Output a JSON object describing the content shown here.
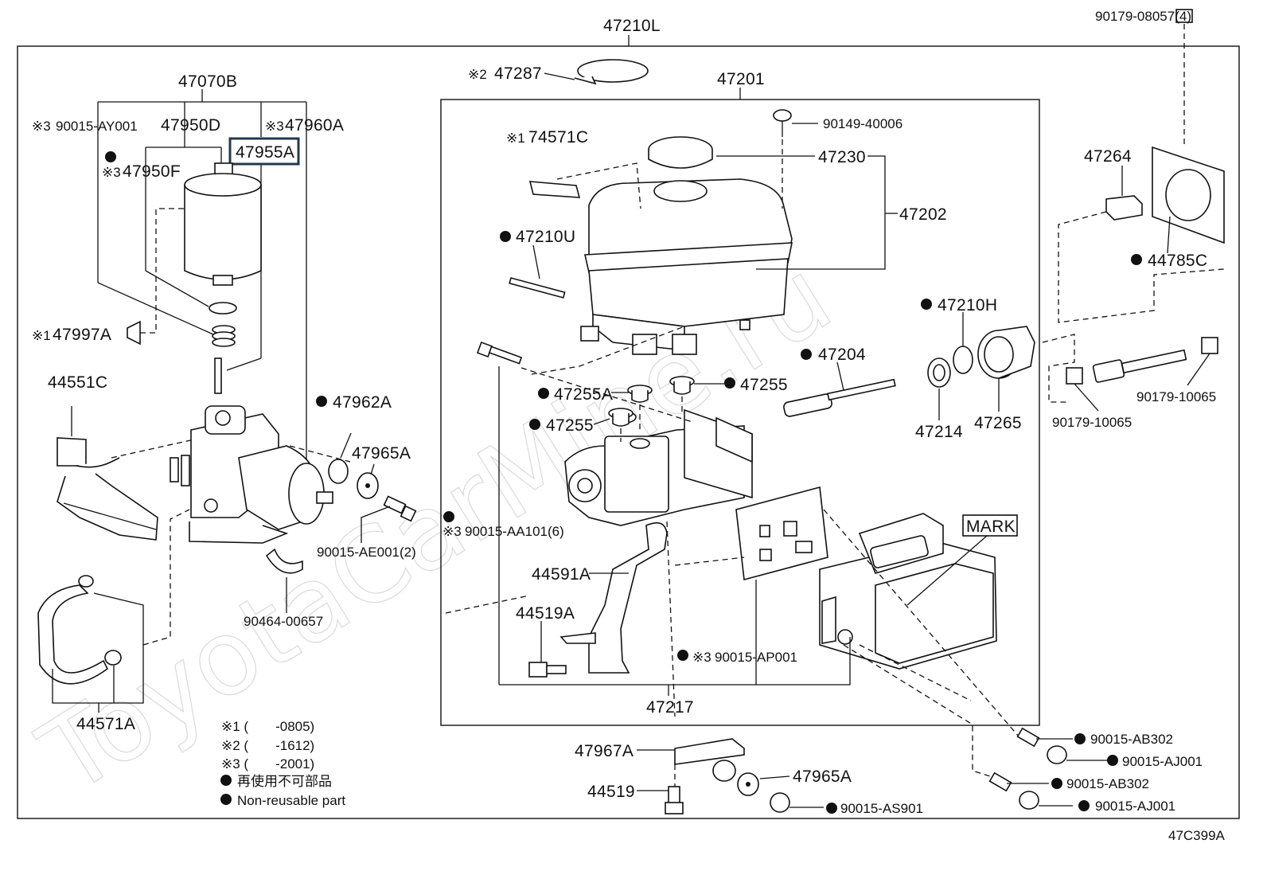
{
  "diagram": {
    "code": "47C399A",
    "watermark": "ToyotaCarMine.ru",
    "mark_label": "MARK",
    "highlighted_part": "47955A"
  },
  "part_labels": {
    "p_90179_08057": "90179-08057(4)",
    "p_47210L": "47210L",
    "p_47287": "47287",
    "p_47287_mark": "※2",
    "p_47201": "47201",
    "p_47070B": "47070B",
    "p_90015_AY001": "90015-AY001",
    "p_90015_AY001_mark": "※3",
    "p_47950D": "47950D",
    "p_47960A": "47960A",
    "p_47960A_mark": "※3",
    "p_47955A": "47955A",
    "p_47950F": "47950F",
    "p_47950F_mark": "※3",
    "p_47997A": "47997A",
    "p_47997A_mark": "※1",
    "p_44551C": "44551C",
    "p_47962A": "47962A",
    "p_47965A_left": "47965A",
    "p_90015_AE001": "90015-AE001(2)",
    "p_90464_00657": "90464-00657",
    "p_44571A": "44571A",
    "p_74571C": "74571C",
    "p_74571C_mark": "※1",
    "p_90149_40006": "90149-40006",
    "p_47230": "47230",
    "p_47202": "47202",
    "p_47210U": "47210U",
    "p_47210H": "47210H",
    "p_47204": "47204",
    "p_47214": "47214",
    "p_47265": "47265",
    "p_47255A": "47255A",
    "p_47255_a": "47255",
    "p_47255_b": "47255",
    "p_90015_AA101": "90015-AA101(6)",
    "p_90015_AA101_mark": "※3",
    "p_44591A": "44591A",
    "p_44519A": "44519A",
    "p_90015_AP001": "90015-AP001",
    "p_90015_AP001_mark": "※3",
    "p_47217": "47217",
    "p_47264": "47264",
    "p_44785C": "44785C",
    "p_90179_10065_a": "90179-10065",
    "p_90179_10065_b": "90179-10065",
    "p_47967A": "47967A",
    "p_44519": "44519",
    "p_47965A_bottom": "47965A",
    "p_90015_AS901": "90015-AS901",
    "p_90015_AB302_a": "90015-AB302",
    "p_90015_AJ001_a": "90015-AJ001",
    "p_90015_AB302_b": "90015-AB302",
    "p_90015_AJ001_b": "90015-AJ001"
  },
  "legend": {
    "note1": "※1 (　　-0805)",
    "note2": "※2 (　　-1612)",
    "note3": "※3 (　　-2001)",
    "jp_nonreusable": "再使用不可部品",
    "en_nonreusable": "Non-reusable part"
  }
}
